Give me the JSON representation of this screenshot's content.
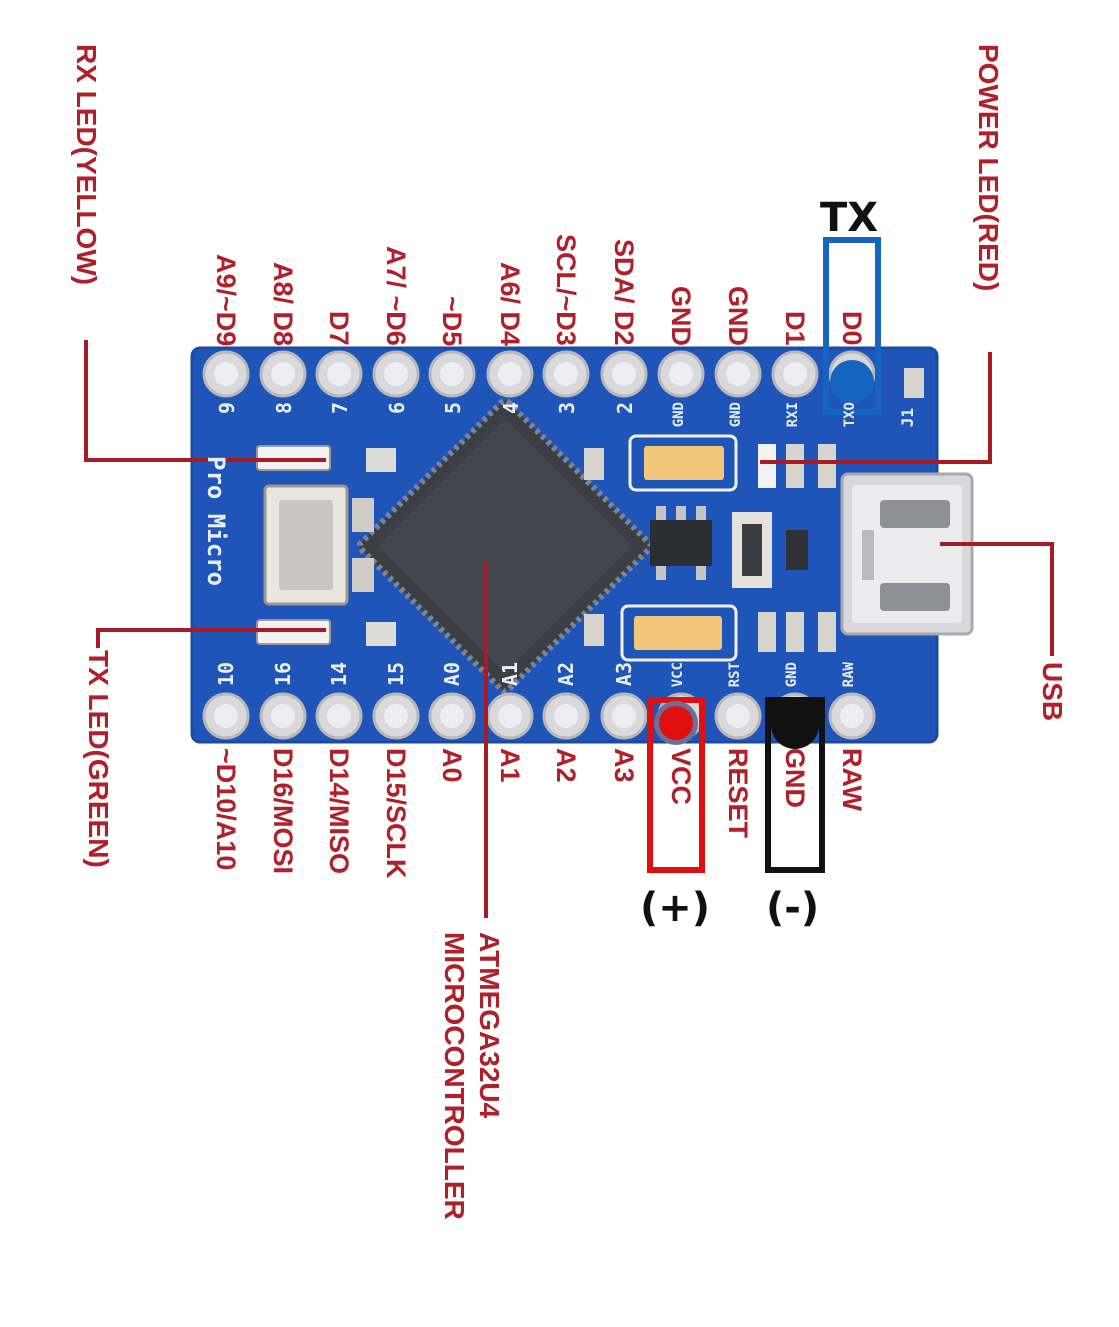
{
  "board": {
    "colors": {
      "pcb": "#1f55b8",
      "label": "#b0202a",
      "tx_marker": "#1565c0",
      "vcc_marker": "#e01010",
      "gnd_marker": "#111111"
    }
  },
  "callouts": {
    "rx_led": "RX LED(YELLOW)",
    "power_led": "POWER LED(RED)",
    "tx_led": "TX LED(GREEN)",
    "usb": "USB",
    "mcu_line1": "ATMEGA32U4",
    "mcu_line2": "MICROCONTROLLER"
  },
  "top_pins": [
    {
      "label": "A9/~D9",
      "silk": "9"
    },
    {
      "label": "A8/ D8",
      "silk": "8"
    },
    {
      "label": "D7",
      "silk": "7"
    },
    {
      "label": "A7/ ~D6",
      "silk": "6"
    },
    {
      "label": "~D5",
      "silk": "5"
    },
    {
      "label": "A6/ D4",
      "silk": "4"
    },
    {
      "label": "SCL/~D3",
      "silk": "3"
    },
    {
      "label": "SDA/ D2",
      "silk": "2"
    },
    {
      "label": "GND",
      "silk": "GND"
    },
    {
      "label": "GND",
      "silk": "GND"
    },
    {
      "label": "D1",
      "silk": "RXI"
    },
    {
      "label": "D0",
      "silk": "TXO"
    }
  ],
  "bottom_pins": [
    {
      "label": "~D10/A10",
      "silk": "10"
    },
    {
      "label": "D16/MOSI",
      "silk": "16"
    },
    {
      "label": "D14/MISO",
      "silk": "14"
    },
    {
      "label": "D15/SCLK",
      "silk": "15"
    },
    {
      "label": "A0",
      "silk": "A0"
    },
    {
      "label": "A1",
      "silk": "A1"
    },
    {
      "label": "A2",
      "silk": "A2"
    },
    {
      "label": "A3",
      "silk": "A3"
    },
    {
      "label": "VCC",
      "silk": "VCC"
    },
    {
      "label": "RESET",
      "silk": "RST"
    },
    {
      "label": "GND",
      "silk": "GND"
    },
    {
      "label": "RAW",
      "silk": "RAW"
    }
  ],
  "silkscreen": {
    "board_name": "Pro Micro",
    "jumper": "J1"
  },
  "annotations": {
    "tx": "TX",
    "plus": "(+)",
    "minus": "(-)"
  }
}
